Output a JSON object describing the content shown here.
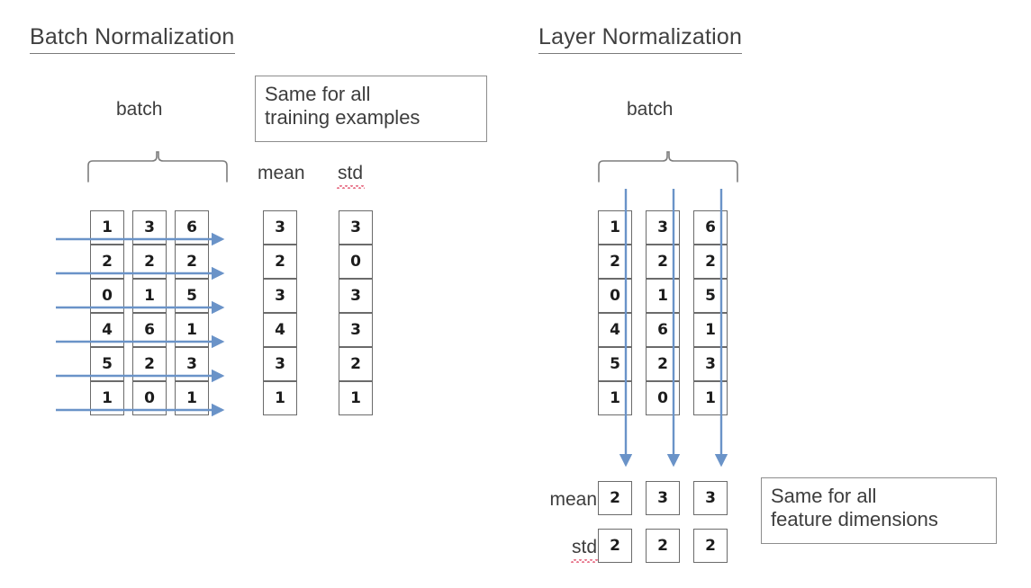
{
  "figure": {
    "kind": "normalization-comparison-diagram",
    "accent_blue": "#6a93c8",
    "box_border": "#6b6b6b",
    "text_color": "#3d3d3d",
    "squiggle_color": "#e8768c"
  },
  "left_panel": {
    "title": "Batch Normalization",
    "batch_label": "batch",
    "callout": "Same for all\ntraining examples",
    "headers": {
      "mean": "mean",
      "std": "std"
    },
    "matrix": {
      "rows": 6,
      "cols": 3,
      "columns": [
        [
          "1",
          "2",
          "0",
          "4",
          "5",
          "1"
        ],
        [
          "3",
          "2",
          "1",
          "6",
          "2",
          "0"
        ],
        [
          "6",
          "2",
          "5",
          "1",
          "3",
          "1"
        ]
      ]
    },
    "mean_column": [
      "3",
      "2",
      "3",
      "4",
      "3",
      "1"
    ],
    "std_column": [
      "3",
      "0",
      "3",
      "3",
      "2",
      "1"
    ],
    "arrow_direction": "horizontal-right",
    "arrow_count": 6
  },
  "right_panel": {
    "title": "Layer Normalization",
    "batch_label": "batch",
    "callout": "Same for all\nfeature dimensions",
    "labels": {
      "mean": "mean",
      "std": "std"
    },
    "matrix": {
      "rows": 6,
      "cols": 3,
      "columns": [
        [
          "1",
          "2",
          "0",
          "4",
          "5",
          "1"
        ],
        [
          "3",
          "2",
          "1",
          "6",
          "2",
          "0"
        ],
        [
          "6",
          "2",
          "5",
          "1",
          "3",
          "1"
        ]
      ]
    },
    "mean_row": [
      "2",
      "3",
      "3"
    ],
    "std_row": [
      "2",
      "2",
      "2"
    ],
    "arrow_direction": "vertical-down",
    "arrow_count": 3
  }
}
